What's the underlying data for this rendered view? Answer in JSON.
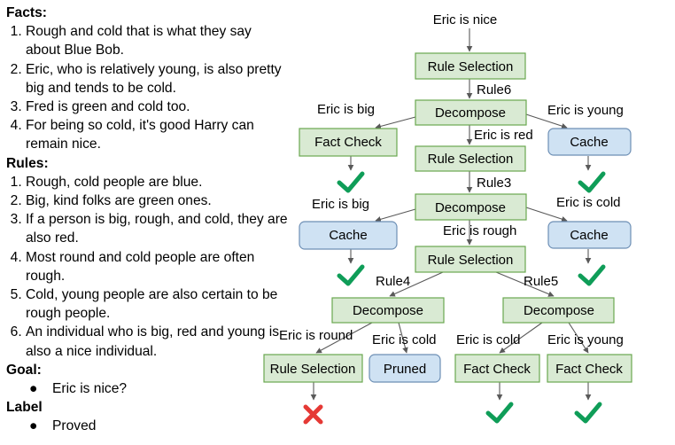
{
  "facts": {
    "heading": "Facts:",
    "items": [
      "Rough and cold that is what they say about Blue Bob.",
      "Eric, who is relatively young, is also pretty big and tends to be cold.",
      "Fred is green and cold too.",
      "For being so cold, it's good Harry can remain nice."
    ]
  },
  "rules": {
    "heading": "Rules:",
    "items": [
      "Rough, cold people are blue.",
      "Big, kind folks are green ones.",
      "If a person is big, rough, and cold, they are also red.",
      "Most round and cold people are often rough.",
      "Cold, young people are also certain to be rough people.",
      "An individual who is big, red and young is also a nice individual."
    ]
  },
  "goal": {
    "heading": "Goal:",
    "items": [
      "Eric is nice?"
    ]
  },
  "label": {
    "heading": "Label",
    "items": [
      "Proved"
    ]
  },
  "bullet": "●",
  "diagram": {
    "root": "Eric is nice",
    "n_rs1": "Rule Selection",
    "e_rule6": "Rule6",
    "n_dec1": "Decompose",
    "e_big1": "Eric is big",
    "e_young1": "Eric is young",
    "e_red": "Eric is red",
    "n_fc1": "Fact Check",
    "n_cache1": "Cache",
    "n_rs2": "Rule Selection",
    "e_rule3": "Rule3",
    "n_dec2": "Decompose",
    "e_big2": "Eric is big",
    "e_cold1": "Eric is cold",
    "e_rough": "Eric is rough",
    "n_cache2": "Cache",
    "n_cache3": "Cache",
    "n_rs3": "Rule Selection",
    "e_rule4": "Rule4",
    "e_rule5": "Rule5",
    "n_dec3": "Decompose",
    "n_dec4": "Decompose",
    "e_round": "Eric is round",
    "e_cold2": "Eric is cold",
    "e_cold3": "Eric is cold",
    "e_young2": "Eric is young",
    "n_rs4": "Rule Selection",
    "n_pruned": "Pruned",
    "n_fc2": "Fact Check",
    "n_fc3": "Fact Check",
    "colors": {
      "proved": "#0f9d58",
      "failed": "#e53935"
    }
  }
}
